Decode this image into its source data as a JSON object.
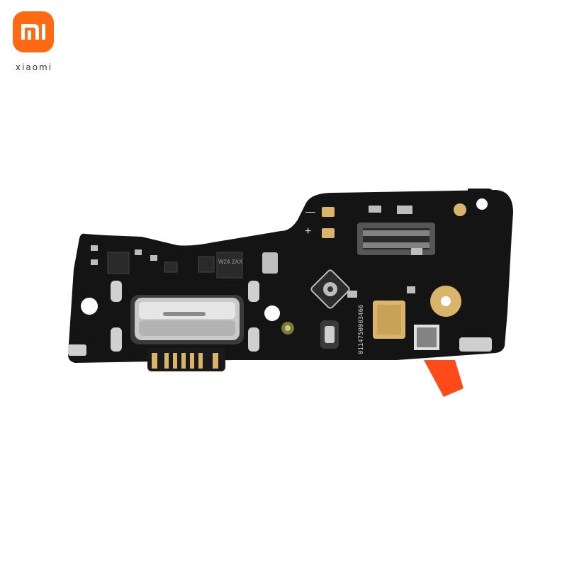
{
  "brand": {
    "logo_text": "mi",
    "wordmark": "XIAOMI",
    "accent": "#ff6a13"
  },
  "board": {
    "pcb_marking": "0114750003466",
    "polarity_minus": "—",
    "polarity_plus": "+",
    "chip_marking": "W24 ZAX"
  },
  "colors": {
    "pcb": "#141414",
    "metal": "#c9c9c9",
    "gold": "#d9b46a",
    "flex": "#ff4a1a"
  }
}
